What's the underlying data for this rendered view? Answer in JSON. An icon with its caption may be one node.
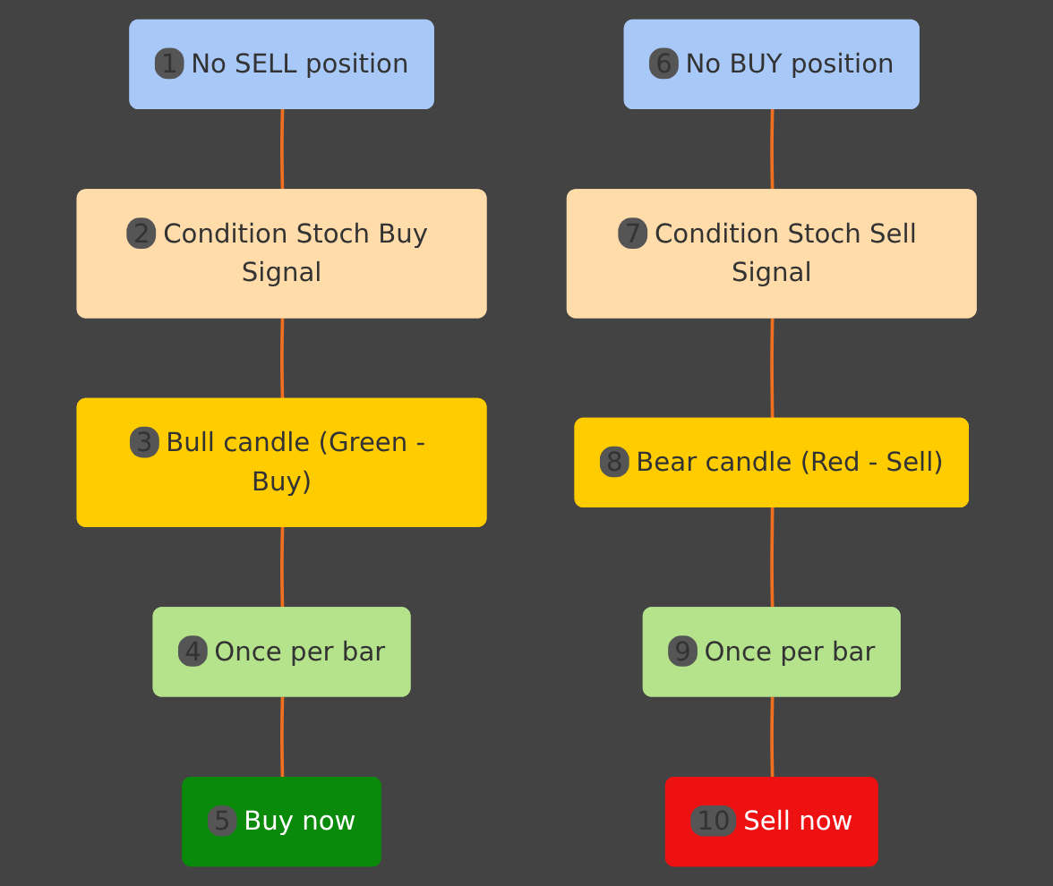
{
  "diagram": {
    "nodes": [
      {
        "text": [
          "1",
          "No SELL position"
        ]
      },
      {
        "text": [
          "2",
          "Condition Stoch Buy Signal"
        ]
      },
      {
        "text": [
          "3",
          "Bull candle (Green - Buy)"
        ]
      },
      {
        "text": [
          "4",
          "Once per bar"
        ]
      },
      {
        "text": [
          "5",
          "Buy now"
        ]
      },
      {
        "text": [
          "6",
          "No BUY position"
        ]
      },
      {
        "text": [
          "7",
          "Condition Stoch Sell Signal"
        ]
      },
      {
        "text": [
          "8",
          "Bear candle (Red - Sell)"
        ]
      },
      {
        "text": [
          "9",
          "Once per bar"
        ]
      },
      {
        "text": [
          "10",
          "Sell now"
        ]
      }
    ],
    "edges": [
      {
        "from": 0,
        "to": 1,
        "arrow": "none"
      },
      {
        "from": 1,
        "to": 2,
        "arrow": "none"
      },
      {
        "from": 2,
        "to": 3,
        "arrow": "none"
      },
      {
        "from": 3,
        "to": 4,
        "arrow": "none"
      },
      {
        "from": 5,
        "to": 6,
        "arrow": "none"
      },
      {
        "from": 6,
        "to": 7,
        "arrow": "none"
      },
      {
        "from": 7,
        "to": 8,
        "arrow": "none"
      },
      {
        "from": 8,
        "to": 9,
        "arrow": "none"
      }
    ]
  }
}
